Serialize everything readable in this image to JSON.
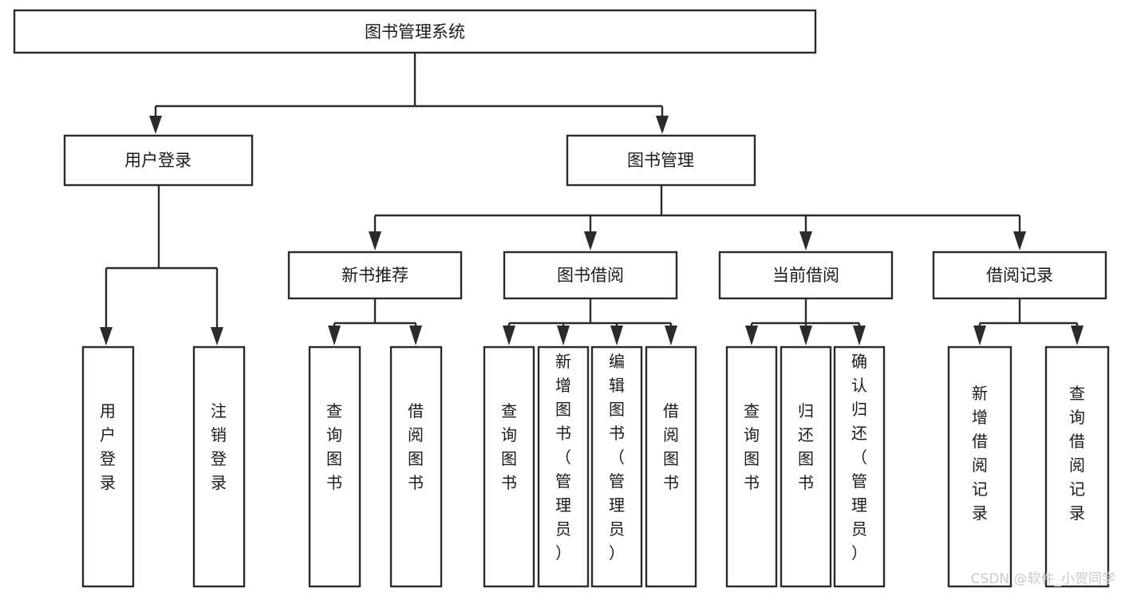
{
  "diagram": {
    "type": "hierarchy-tree",
    "title": "图书管理系统",
    "orientation": "top-down",
    "colors": {
      "box_fill": "#ffffff",
      "box_stroke": "#2b2b2b",
      "text": "#1a1a1a",
      "watermark": "#c9c9c9",
      "background": "#ffffff"
    },
    "levels": 4,
    "nodes": {
      "root": {
        "label": "图书管理系统"
      },
      "level2": [
        {
          "label": "用户登录"
        },
        {
          "label": "图书管理"
        }
      ],
      "level3": [
        {
          "label": "新书推荐"
        },
        {
          "label": "图书借阅"
        },
        {
          "label": "当前借阅"
        },
        {
          "label": "借阅记录"
        }
      ],
      "leaves": {
        "user_login": [
          {
            "label": "用户登录"
          },
          {
            "label": "注销登录"
          }
        ],
        "new_book_recommend": [
          {
            "label": "查询图书"
          },
          {
            "label": "借阅图书"
          }
        ],
        "book_borrow": [
          {
            "label": "查询图书"
          },
          {
            "label": "新增图书（管理员）"
          },
          {
            "label": "编辑图书（管理员）"
          },
          {
            "label": "借阅图书"
          }
        ],
        "current_borrow": [
          {
            "label": "查询图书"
          },
          {
            "label": "归还图书"
          },
          {
            "label": "确认归还（管理员）"
          }
        ],
        "borrow_record": [
          {
            "label": "新增借阅记录"
          },
          {
            "label": "查询借阅记录"
          }
        ]
      }
    }
  },
  "watermark": {
    "label": "CSDN @软件_小贺同学"
  }
}
